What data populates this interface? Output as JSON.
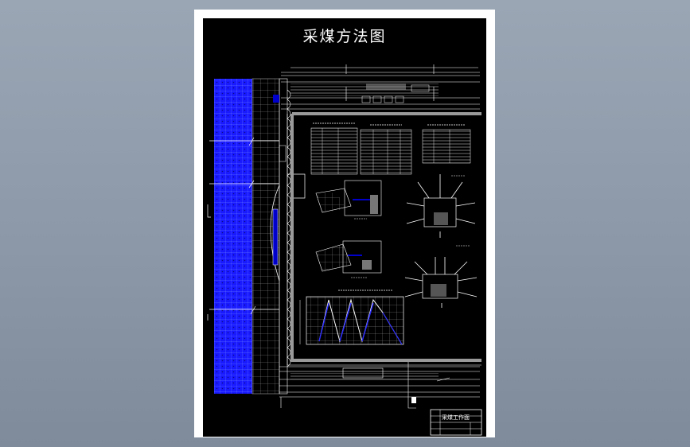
{
  "viewer": {
    "background_color": "#8c98a8"
  },
  "drawing": {
    "title": "采煤方法图",
    "title_block_name": "采煤工作面",
    "colors": {
      "background": "#000000",
      "lines": "#ffffff",
      "coal_fill": "#1a1aff",
      "accent": "#0000cc"
    }
  },
  "tables": [
    {
      "name": "table-left"
    },
    {
      "name": "table-middle"
    },
    {
      "name": "table-right"
    }
  ],
  "icons": [
    "support-section-icon",
    "roadway-section-icon",
    "cycle-chart-icon"
  ]
}
